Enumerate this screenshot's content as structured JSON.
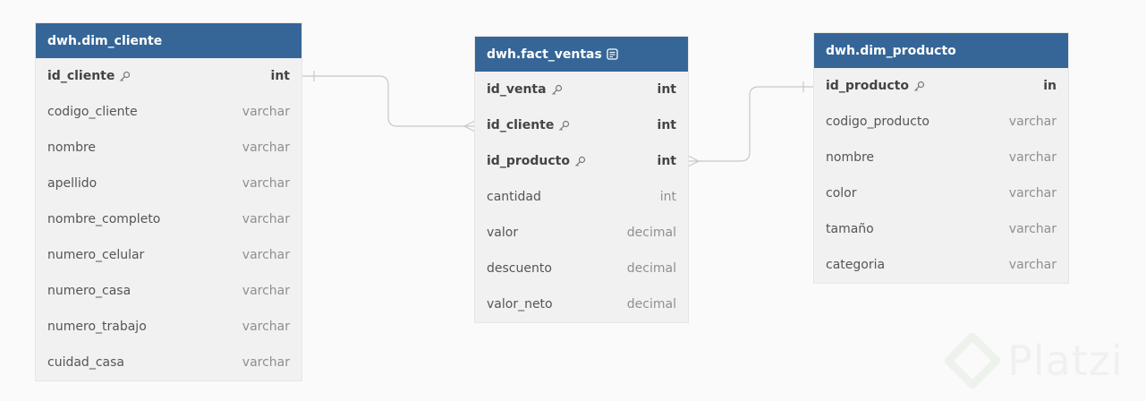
{
  "tables": {
    "dim_cliente": {
      "name": "dwh.dim_cliente",
      "fields": [
        {
          "name": "id_cliente",
          "type": "int",
          "pk": true
        },
        {
          "name": "codigo_cliente",
          "type": "varchar",
          "pk": false
        },
        {
          "name": "nombre",
          "type": "varchar",
          "pk": false
        },
        {
          "name": "apellido",
          "type": "varchar",
          "pk": false
        },
        {
          "name": "nombre_completo",
          "type": "varchar",
          "pk": false
        },
        {
          "name": "numero_celular",
          "type": "varchar",
          "pk": false
        },
        {
          "name": "numero_casa",
          "type": "varchar",
          "pk": false
        },
        {
          "name": "numero_trabajo",
          "type": "varchar",
          "pk": false
        },
        {
          "name": "cuidad_casa",
          "type": "varchar",
          "pk": false
        }
      ]
    },
    "fact_ventas": {
      "name": "dwh.fact_ventas",
      "fields": [
        {
          "name": "id_venta",
          "type": "int",
          "pk": true
        },
        {
          "name": "id_cliente",
          "type": "int",
          "pk": true
        },
        {
          "name": "id_producto",
          "type": "int",
          "pk": true
        },
        {
          "name": "cantidad",
          "type": "int",
          "pk": false
        },
        {
          "name": "valor",
          "type": "decimal",
          "pk": false
        },
        {
          "name": "descuento",
          "type": "decimal",
          "pk": false
        },
        {
          "name": "valor_neto",
          "type": "decimal",
          "pk": false
        }
      ]
    },
    "dim_producto": {
      "name": "dwh.dim_producto",
      "fields": [
        {
          "name": "id_producto",
          "type": "in",
          "pk": true
        },
        {
          "name": "codigo_producto",
          "type": "varchar",
          "pk": false
        },
        {
          "name": "nombre",
          "type": "varchar",
          "pk": false
        },
        {
          "name": "color",
          "type": "varchar",
          "pk": false
        },
        {
          "name": "tamaño",
          "type": "varchar",
          "pk": false
        },
        {
          "name": "categoria",
          "type": "varchar",
          "pk": false
        }
      ]
    }
  },
  "watermark": {
    "text": "Platzi"
  },
  "colors": {
    "header": "#356697",
    "body": "#f1f1f1",
    "connector": "#c8c8c8"
  }
}
